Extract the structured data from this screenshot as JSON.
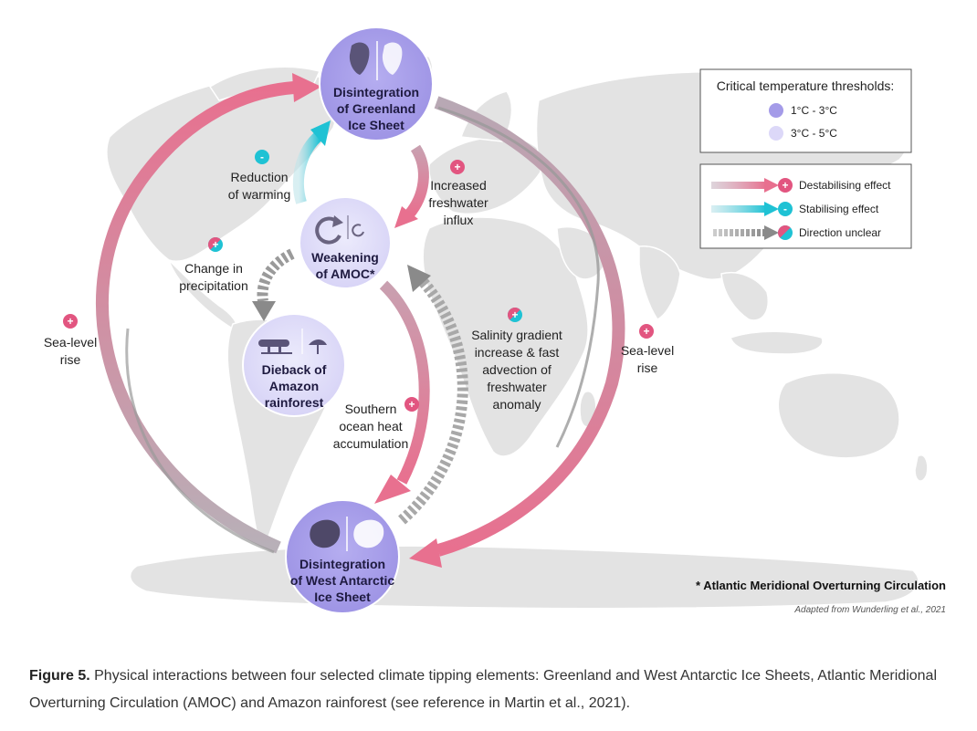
{
  "nodes": {
    "greenland": [
      "Disintegration",
      "of Greenland",
      "Ice Sheet"
    ],
    "amoc": [
      "Weakening",
      "of AMOC*"
    ],
    "amazon": [
      "Dieback of",
      "Amazon",
      "rainforest"
    ],
    "antarctic": [
      "Disintegration",
      "of West Antarctic",
      "Ice Sheet"
    ]
  },
  "links": {
    "reduction_of_warming": [
      "Reduction",
      "of warming"
    ],
    "increased_freshwater": [
      "Increased",
      "freshwater",
      "influx"
    ],
    "change_in_precipitation": [
      "Change in",
      "precipitation"
    ],
    "sea_level_left": [
      "Sea-level",
      "rise"
    ],
    "sea_level_right": [
      "Sea-level",
      "rise"
    ],
    "southern_ocean": [
      "Southern",
      "ocean heat",
      "accumulation"
    ],
    "salinity": [
      "Salinity gradient",
      "increase & fast",
      "advection of",
      "freshwater",
      "anomaly"
    ]
  },
  "legend_thresholds": {
    "title": "Critical temperature thresholds:",
    "items": [
      {
        "label": "1°C - 3°C",
        "color": "#a49be8"
      },
      {
        "label": "3°C - 5°C",
        "color": "#dcd8f8"
      }
    ]
  },
  "legend_effects": {
    "items": [
      {
        "label": "Destabilising effect",
        "sign": "+",
        "color": "#e25580"
      },
      {
        "label": "Stabilising effect",
        "sign": "-",
        "color": "#1fc2d4"
      },
      {
        "label": "Direction unclear",
        "sign": "+/-",
        "color": "#9a9a9a"
      }
    ]
  },
  "signs": {
    "plus": "+",
    "minus": "-"
  },
  "footnote": "* Atlantic Meridional Overturning Circulation",
  "source": "Adapted from Wunderling et al., 2021",
  "caption": {
    "label": "Figure 5.",
    "text": " Physical interactions between four selected climate tipping elements: Greenland and West Antarctic Ice Sheets, Atlantic Meridional Overturning Circulation (AMOC) and Amazon rainforest (see reference in Martin et al., 2021)."
  },
  "colors": {
    "destabilising": "#e8708f",
    "stabilising": "#1fc2d4",
    "unclear": "#9a9a9a",
    "land": "#e3e3e3",
    "node_dark": "#a49be8",
    "node_light": "#dcd8f8"
  }
}
